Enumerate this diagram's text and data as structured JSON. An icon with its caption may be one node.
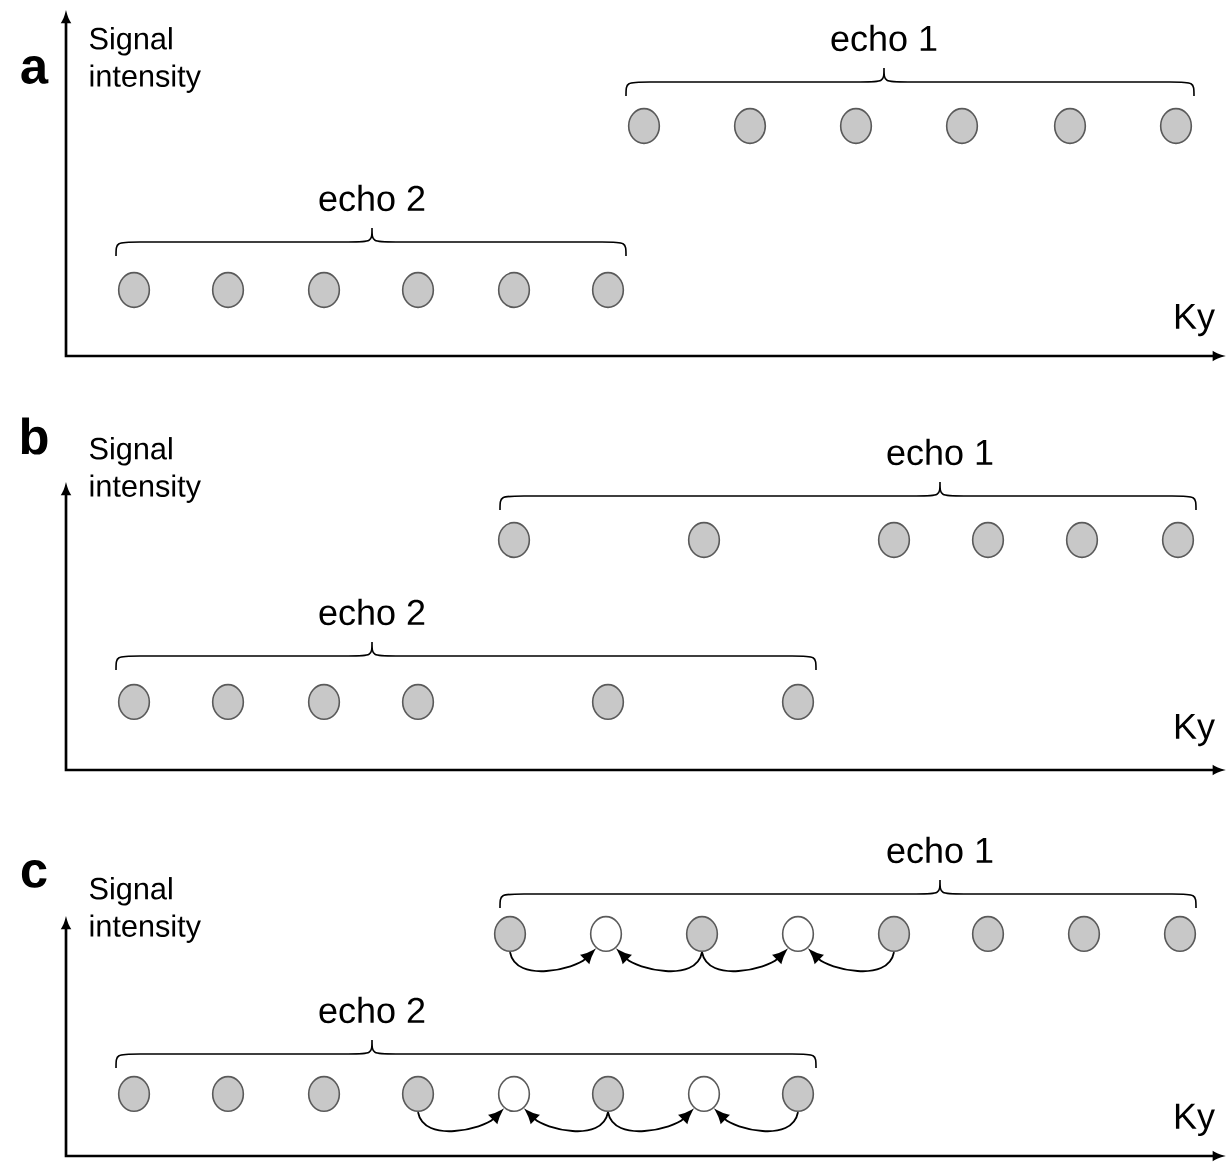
{
  "diagram": {
    "nodes": [
      {
        "text": [],
        "shape": "circle"
      },
      {
        "text": [],
        "shape": "circle"
      },
      {
        "text": [],
        "shape": "circle"
      },
      {
        "text": [],
        "shape": "circle"
      },
      {
        "text": [],
        "shape": "circle"
      },
      {
        "text": [],
        "shape": "circle"
      },
      {
        "text": [],
        "shape": "circle"
      },
      {
        "text": [],
        "shape": "circle"
      },
      {
        "text": [],
        "shape": "circle"
      },
      {
        "text": [],
        "shape": "circle"
      },
      {
        "text": [],
        "shape": "circle"
      },
      {
        "text": [],
        "shape": "circle"
      },
      {
        "text": [],
        "shape": "circle"
      },
      {
        "text": [],
        "shape": "circle"
      },
      {
        "text": [],
        "shape": "circle"
      },
      {
        "text": [],
        "shape": "circle"
      },
      {
        "text": [],
        "shape": "circle"
      },
      {
        "text": [],
        "shape": "circle"
      },
      {
        "text": [],
        "shape": "circle"
      },
      {
        "text": [],
        "shape": "circle"
      },
      {
        "text": [],
        "shape": "circle"
      },
      {
        "text": [],
        "shape": "circle"
      },
      {
        "text": [],
        "shape": "circle"
      },
      {
        "text": [],
        "shape": "circle"
      },
      {
        "text": [],
        "shape": "circle"
      },
      {
        "text": [],
        "shape": "circle"
      },
      {
        "text": [],
        "shape": "circle"
      },
      {
        "text": [],
        "shape": "circle"
      },
      {
        "text": [],
        "shape": "circle"
      },
      {
        "text": [],
        "shape": "circle"
      },
      {
        "text": [],
        "shape": "circle"
      },
      {
        "text": [],
        "shape": "circle"
      },
      {
        "text": [],
        "shape": "circle"
      },
      {
        "text": [],
        "shape": "circle"
      },
      {
        "text": [],
        "shape": "circle"
      },
      {
        "text": [],
        "shape": "circle"
      },
      {
        "text": [],
        "shape": "circle"
      },
      {
        "text": [],
        "shape": "circle"
      },
      {
        "text": [],
        "shape": "circle"
      },
      {
        "text": [],
        "shape": "circle"
      }
    ],
    "edges": [
      {
        "from": 24,
        "to": 25,
        "arrow": "to"
      },
      {
        "from": 26,
        "to": 25,
        "arrow": "to"
      },
      {
        "from": 26,
        "to": 27,
        "arrow": "to"
      },
      {
        "from": 28,
        "to": 27,
        "arrow": "to"
      },
      {
        "from": 35,
        "to": 36,
        "arrow": "to"
      },
      {
        "from": 37,
        "to": 36,
        "arrow": "to"
      },
      {
        "from": 37,
        "to": 38,
        "arrow": "to"
      },
      {
        "from": 39,
        "to": 38,
        "arrow": "to"
      }
    ],
    "labels": [
      "a",
      "Signal intensity",
      "echo 1",
      "echo 2",
      "Ky",
      "b",
      "Signal intensity",
      "echo 1",
      "echo 2",
      "Ky",
      "c",
      "Signal intensity",
      "echo 1",
      "echo 2",
      "Ky"
    ]
  }
}
